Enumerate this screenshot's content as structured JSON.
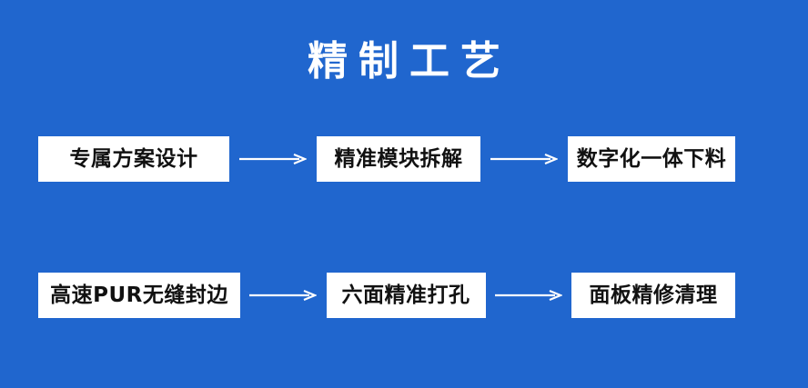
{
  "poster": {
    "background_color": "#2066ce",
    "box_background_color": "#ffffff",
    "box_text_color": "#111111",
    "title_color": "#ffffff",
    "arrow_color": "#ffffff",
    "title": "精制工艺"
  },
  "flow": {
    "rows": [
      {
        "steps": [
          {
            "label": "专属方案设计"
          },
          {
            "label": "精准模块拆解"
          },
          {
            "label": "数字化一体下料"
          }
        ],
        "arrows": [
          {
            "icon": "arrow-right-icon"
          },
          {
            "icon": "arrow-right-icon"
          }
        ]
      },
      {
        "steps": [
          {
            "label": "高速PUR无缝封边"
          },
          {
            "label": "六面精准打孔"
          },
          {
            "label": "面板精修清理"
          }
        ],
        "arrows": [
          {
            "icon": "arrow-right-icon"
          },
          {
            "icon": "arrow-right-icon"
          }
        ]
      }
    ]
  }
}
